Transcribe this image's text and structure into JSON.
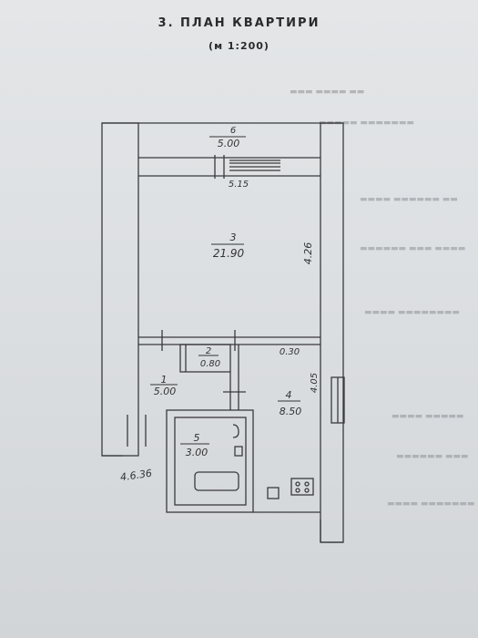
{
  "header": {
    "title": "3. ПЛАН КВАРТИРИ",
    "scale": "(м 1:200)"
  },
  "rooms": [
    {
      "number": "6",
      "area": "5.00"
    },
    {
      "number": "3",
      "area": "21.90"
    },
    {
      "number": "2",
      "area": "0.80"
    },
    {
      "number": "1",
      "area": "5.00"
    },
    {
      "number": "4",
      "area": "8.50"
    },
    {
      "number": "5",
      "area": "3.00"
    }
  ],
  "dimensions": {
    "balcony_width": "5.15",
    "right_upper": "4.26",
    "right_lower": "4.05",
    "pantry_width": "0.30",
    "bottom_left": "4.6.36"
  }
}
